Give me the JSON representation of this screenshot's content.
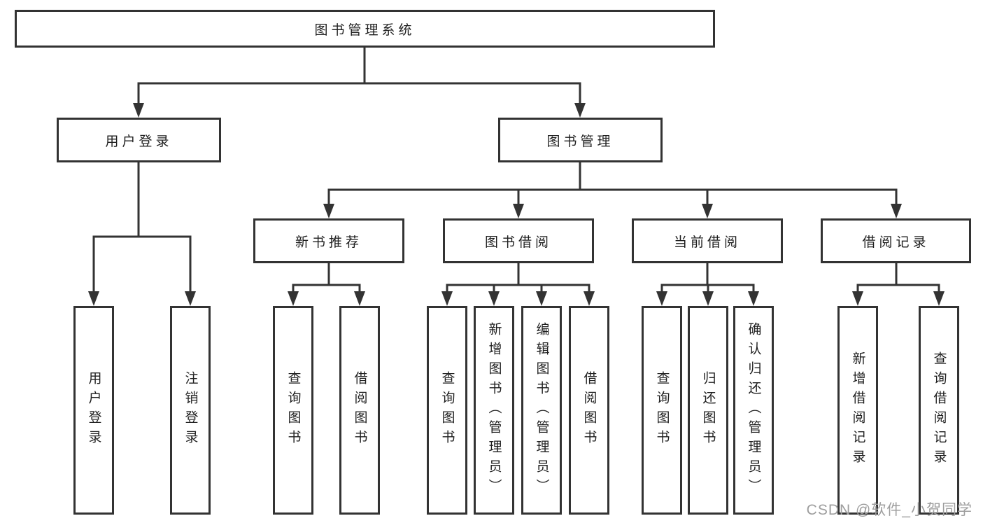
{
  "tree": {
    "root": {
      "label": "图书管理系统",
      "children": [
        {
          "label": "用户登录",
          "children": [
            {
              "label": "用户登录"
            },
            {
              "label": "注销登录"
            }
          ]
        },
        {
          "label": "图书管理",
          "children": [
            {
              "label": "新书推荐",
              "children": [
                {
                  "label": "查询图书"
                },
                {
                  "label": "借阅图书"
                }
              ]
            },
            {
              "label": "图书借阅",
              "children": [
                {
                  "label": "查询图书"
                },
                {
                  "label": "新增图书（管理员）"
                },
                {
                  "label": "编辑图书（管理员）"
                },
                {
                  "label": "借阅图书"
                }
              ]
            },
            {
              "label": "当前借阅",
              "children": [
                {
                  "label": "查询图书"
                },
                {
                  "label": "归还图书"
                },
                {
                  "label": "确认归还（管理员）"
                }
              ]
            },
            {
              "label": "借阅记录",
              "children": [
                {
                  "label": "新增借阅记录"
                },
                {
                  "label": "查询借阅记录"
                }
              ]
            }
          ]
        }
      ]
    }
  },
  "watermark": {
    "text": "CSDN @软件_小贺同学"
  },
  "colors": {
    "line": "#333333",
    "box_border": "#333333",
    "box_fill": "#ffffff",
    "text": "#1f1f1f",
    "watermark": "#9e9e9e"
  }
}
